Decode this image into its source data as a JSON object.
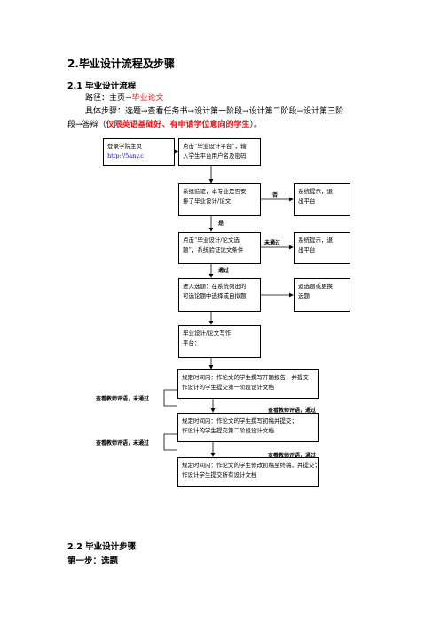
{
  "section_title": "2.毕业设计流程及步骤",
  "sub1": {
    "title": "2.1 毕业设计流程",
    "path_prefix": "路径：主页→",
    "path_link": "毕业论文",
    "steps_line1": "具体步骤：选题→查看任务书→设计第一阶段→设计第二阶段→设计第三阶",
    "steps_line2_prefix": "段→答辩（",
    "steps_line2_red": "仅限英语基础好、有申请学位意向的学生",
    "steps_line2_suffix": "）。"
  },
  "flow": {
    "login_l1": "登录学院主页",
    "login_link": "http://5any.c",
    "click_l1": "点击“毕业设计平台”，输",
    "click_l2": "入学生平台用户名及密码",
    "verify_l1": "系统验证，本专业是否安",
    "verify_l2": "排了毕业设计/论文",
    "no_label": "否",
    "exit1_l1": "系统提示，退",
    "exit1_l2": "出平台",
    "yes_label": "是",
    "cond_l1": "点击“毕业设计/论文选",
    "cond_l2": "题”，系统验证论文条件",
    "notpass_label": "未通过",
    "exit2_l1": "系统提示，退",
    "exit2_l2": "出平台",
    "pass_label": "通过",
    "select_l1": "进入选题：在系统列出的",
    "select_l2": "可选论题中选择或自拟题",
    "reselect_l1": "退选题或更换",
    "reselect_l2": "选题",
    "write_l1": "毕业设计/论文写作",
    "write_l2": "平台：",
    "stage1_l1": "规定时间内：作论文的学生撰写开题报告，并提交；",
    "stage1_l2": "作设计的学生提交第一阶段设计文档",
    "review_fail1": "查看教师评语，未通过",
    "review_pass1": "查看教师评语，通过",
    "stage2_l1": "规定时间内：作论文的学生撰写初稿并提交；",
    "stage2_l2": "作设计的学生提交第二阶段设计文档",
    "review_fail2": "查看教师评语，未通过",
    "review_pass2": "查看教师评语，通过",
    "stage3_l1": "规定时间内：作论文的学生修改初稿至终稿，并提交；",
    "stage3_l2": "作设计学生提交所有设计文档"
  },
  "sub2": {
    "title": "2.2 毕业设计步骤",
    "step1": "第一步：选题"
  }
}
